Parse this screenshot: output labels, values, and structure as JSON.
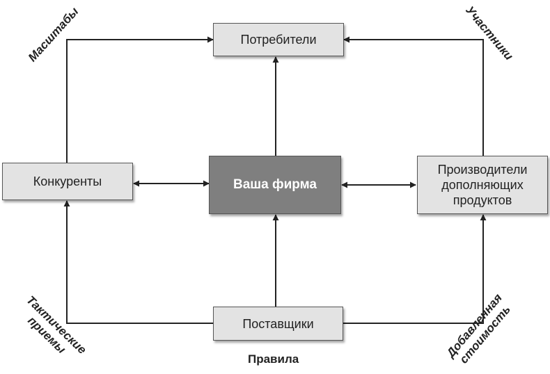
{
  "nodes": {
    "consumers": "Потребители",
    "competitors": "Конкуренты",
    "firm": "Ваша фирма",
    "complementors": "Производители\nдополняющих\nпродуктов",
    "suppliers": "Поставщики"
  },
  "labels": {
    "scale": "Масштабы",
    "participants": "Участники",
    "tactics": "Тактические\nприемы",
    "added_value": "Добавленная\nстоимость",
    "rules": "Правила"
  },
  "colors": {
    "box_fill": "#e3e3e3",
    "center_fill": "#7f7f7f",
    "line": "#222222"
  }
}
